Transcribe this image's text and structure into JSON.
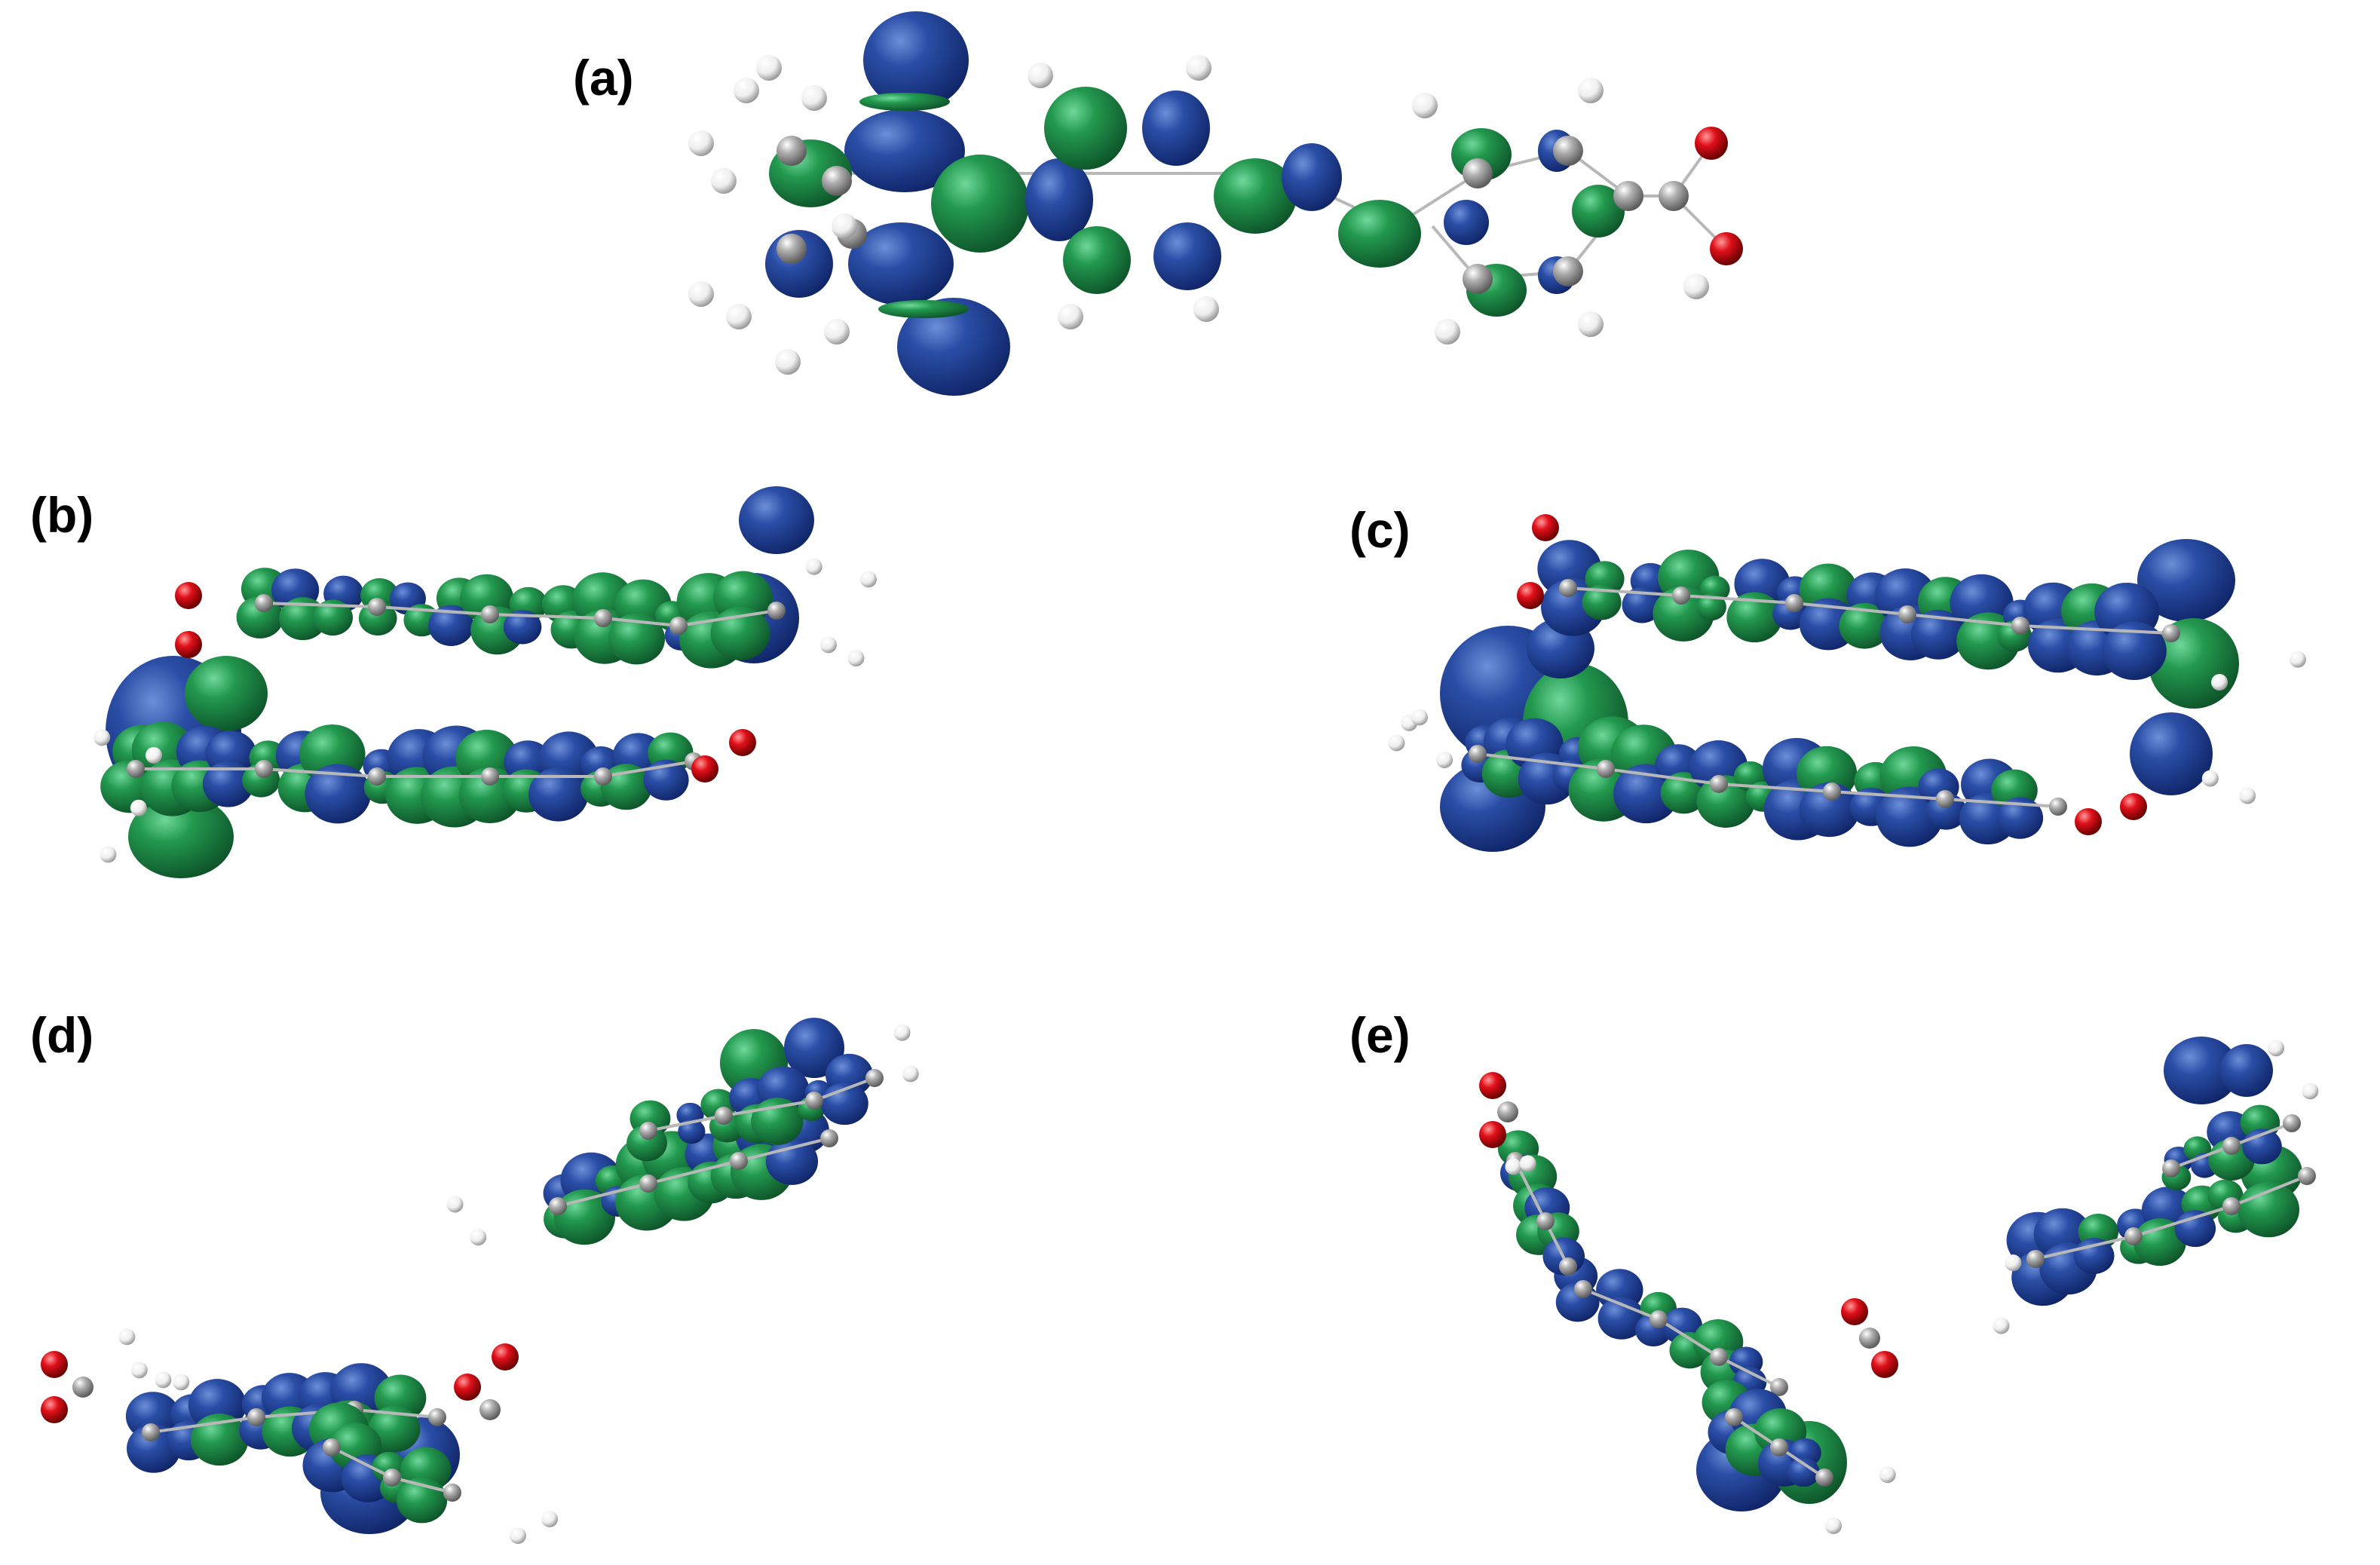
{
  "panels": [
    {
      "id": "a",
      "label": "(a)"
    },
    {
      "id": "b",
      "label": "(b)"
    },
    {
      "id": "c",
      "label": "(c)"
    },
    {
      "id": "d",
      "label": "(d)"
    },
    {
      "id": "e",
      "label": "(e)"
    }
  ],
  "colors": {
    "lobe_positive": "#1f3f8f",
    "lobe_negative": "#1f8a45",
    "carbon": "#9a9a9a",
    "hydrogen": "#f2f2f2",
    "oxygen": "#e0101a",
    "nitrogen": "#1a3ad0",
    "bond": "#b8b8b8"
  }
}
